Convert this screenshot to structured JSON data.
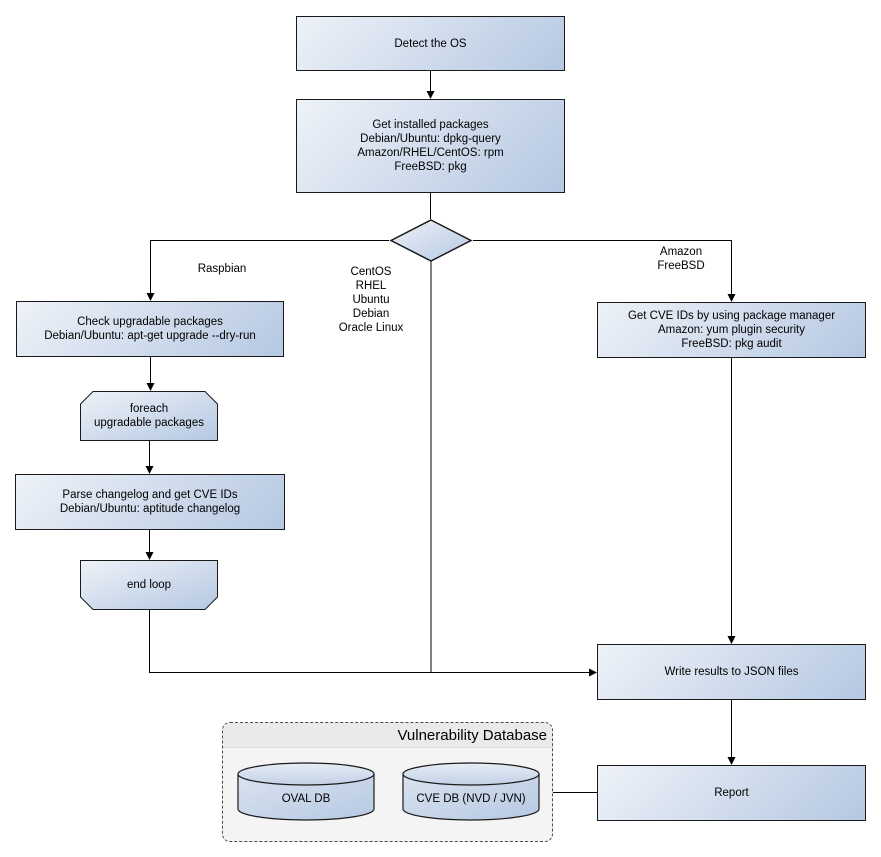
{
  "nodes": {
    "detect_os": {
      "label": "Detect the OS"
    },
    "get_installed": {
      "label": "Get installed packages\nDebian/Ubuntu: dpkg-query\nAmazon/RHEL/CentOS: rpm\nFreeBSD: pkg"
    },
    "check_upgradable": {
      "label": "Check upgradable packages\nDebian/Ubuntu: apt-get upgrade --dry-run"
    },
    "foreach_loop": {
      "label": "foreach\nupgradable packages"
    },
    "parse_changelog": {
      "label": "Parse changelog and get CVE IDs\nDebian/Ubuntu: aptitude changelog"
    },
    "end_loop": {
      "label": "end loop"
    },
    "get_cve_ids": {
      "label": "Get CVE IDs by using package manager\nAmazon: yum plugin security\nFreeBSD: pkg audit"
    },
    "write_results": {
      "label": "Write results to JSON files"
    },
    "report": {
      "label": "Report"
    }
  },
  "edge_labels": {
    "raspbian": "Raspbian",
    "centos_group": "CentOS\nRHEL\nUbuntu\nDebian\nOracle Linux",
    "amazon_freebsd": "Amazon\nFreeBSD"
  },
  "database_group": {
    "title": "Vulnerability Database",
    "cylinders": [
      {
        "label": "OVAL DB"
      },
      {
        "label": "CVE DB (NVD / JVN)"
      }
    ]
  },
  "colors": {
    "node_grad_start": "#eef2f8",
    "node_grad_end": "#b5c8e2",
    "node_border": "#1a1a1a",
    "connector": "#000000",
    "group_fill": "#f4f4f4",
    "group_title_fill": "#eaeaea",
    "group_border": "#4a4a4a",
    "cyl_body_start": "#dbe4f0",
    "cyl_body_end": "#b5c8e2",
    "cyl_top_start": "#e8edf5",
    "cyl_top_end": "#c2d1e7"
  }
}
